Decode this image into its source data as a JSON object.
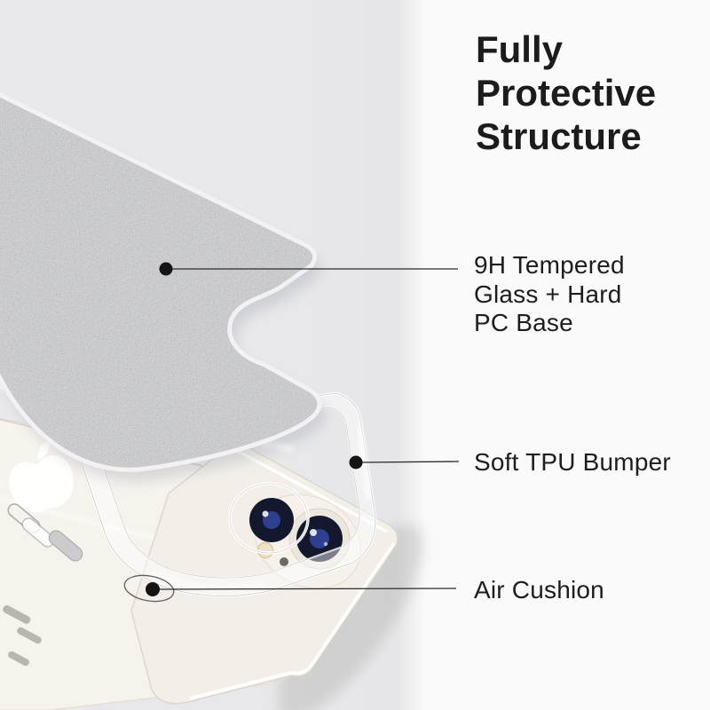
{
  "title": "Fully Protective Structure",
  "callouts": [
    {
      "id": "tempered-glass",
      "label": "9H Tempered Glass + Hard PC Base"
    },
    {
      "id": "tpu-bumper",
      "label": "Soft TPU Bumper"
    },
    {
      "id": "air-cushion",
      "label": "Air Cushion"
    }
  ],
  "scene_objects": [
    "glitter-back-plate",
    "clear-tpu-case",
    "white-phone-in-case",
    "white-phone-bare",
    "camera-lens",
    "apple-logo"
  ],
  "colors": {
    "text": "#1c1c1c",
    "leader_line": "#2b2b2b",
    "callout_dot": "#141414",
    "backdrop_left": "#e8e8ea",
    "panel_right": "#fafafa",
    "glitter_base": "#cbccd1",
    "plate_edge": "#f2f2f3",
    "phone_body": "#f4f0e9",
    "lens": "#14182e",
    "lens_iris": "#2e3f8f"
  }
}
